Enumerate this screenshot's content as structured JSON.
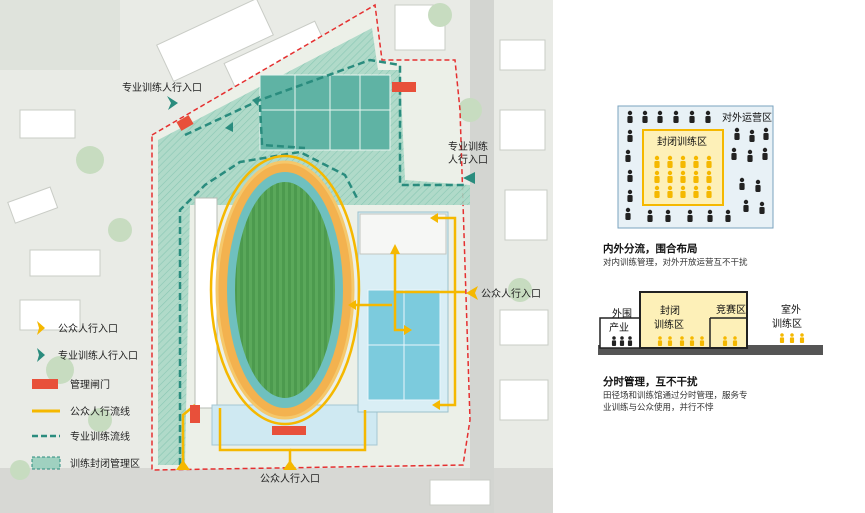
{
  "plan": {
    "labels": {
      "entry_nw": "专业训练人行入口",
      "entry_ne_line1": "专业训练",
      "entry_ne_line2": "人行入口",
      "entry_east": "公众人行入口",
      "entry_south": "公众人行入口"
    }
  },
  "legend": {
    "items": [
      {
        "label": "公众人行入口",
        "icon": "orange-arrow-icon"
      },
      {
        "label": "专业训练人行入口",
        "icon": "teal-arrow-icon"
      },
      {
        "label": "管理闸门",
        "icon": "red-gate-icon"
      },
      {
        "label": "公众人行流线",
        "icon": "orange-line-icon"
      },
      {
        "label": "专业训练流线",
        "icon": "teal-dashed-line-icon"
      },
      {
        "label": "训练封闭管理区",
        "icon": "teal-dashed-area-icon"
      }
    ]
  },
  "diagram1": {
    "inner_label": "封闭训练区",
    "outer_label": "对外运营区",
    "title": "内外分流，围合布局",
    "subtitle": "对内训练管理，对外开放运营互不干扰"
  },
  "diagram2": {
    "left_line1": "外围",
    "left_line2": "产业",
    "mid_line1": "封闭",
    "mid_line2": "训练区",
    "comp_label": "竞赛区",
    "right_line1": "室外",
    "right_line2": "训练区",
    "title": "分时管理，互不干扰",
    "subtitle_line1": "田径场和训练馆通过分时管理，服务专",
    "subtitle_line2": "业训练与公众使用，并行不悖"
  },
  "colors": {
    "public": "#f5b800",
    "training": "#2a8c7e",
    "gate": "#e8503a",
    "boundary": "#e53030",
    "closed_area": "#9fd1c0"
  }
}
